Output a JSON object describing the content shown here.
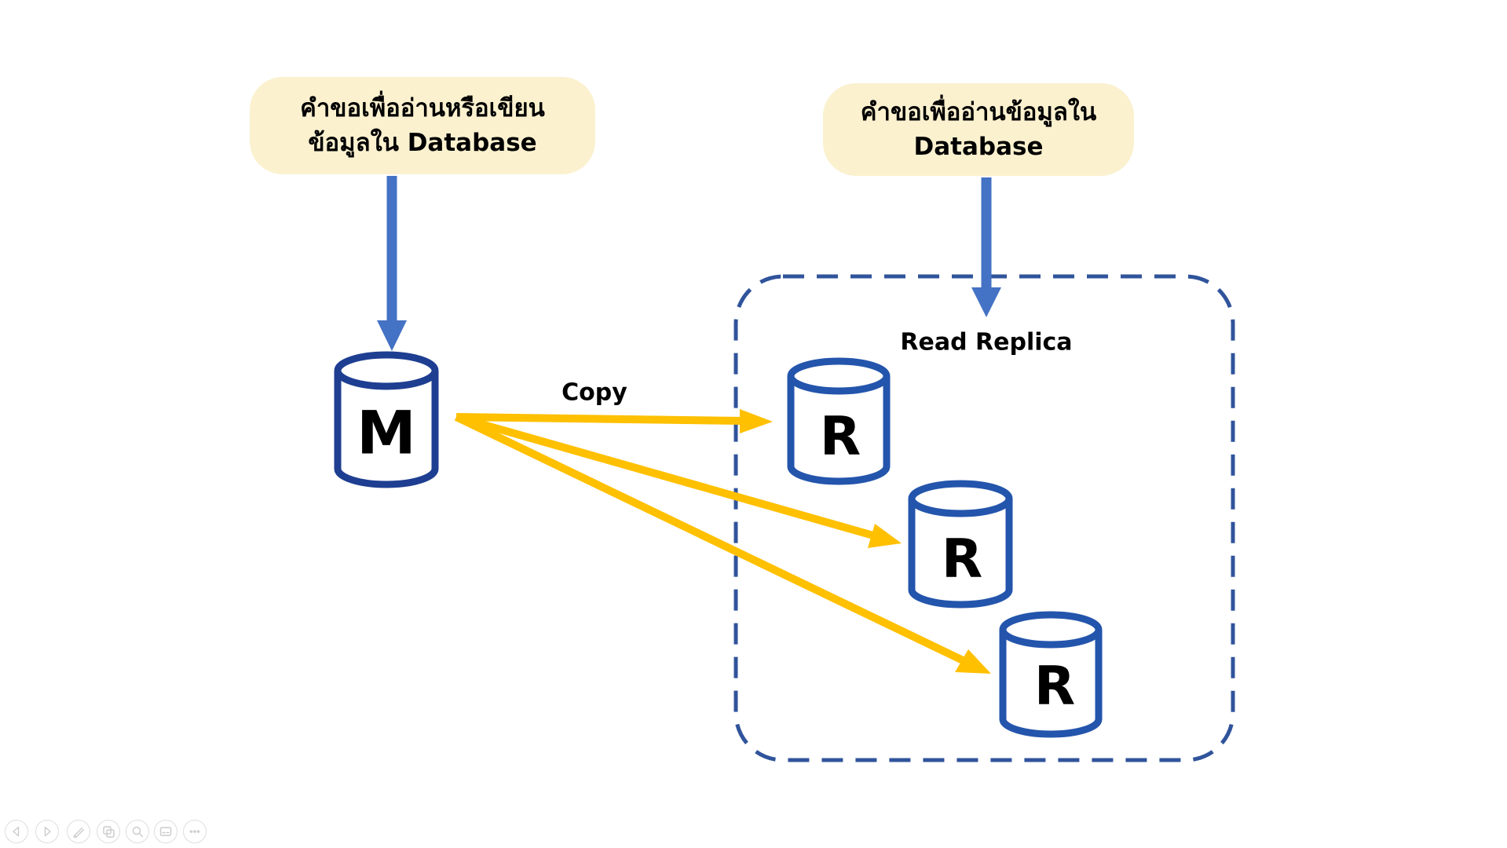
{
  "slide": {
    "left_callout": {
      "line1": "คำขอเพื่ออ่านหรือเขียน",
      "line2": "ข้อมูลใน Database"
    },
    "right_callout": {
      "line1": "คำขอเพื่ออ่านข้อมูลใน",
      "line2": "Database"
    },
    "copy_label": "Copy",
    "group_label": "Read Replica",
    "master": {
      "label": "M"
    },
    "replicas": [
      {
        "label": "R"
      },
      {
        "label": "R"
      },
      {
        "label": "R"
      }
    ],
    "colors": {
      "callout_fill": "#FBF1CF",
      "request_arrow_blue": "#4472C4",
      "copy_arrow_gold": "#FFC000",
      "master_cylinder_stroke": "#1E3E91",
      "replica_cylinder_stroke": "#2455AC",
      "group_border_blue": "#30549B",
      "text_black": "#000000"
    }
  },
  "presenter_toolbar": {
    "buttons": [
      {
        "icon": "previous-slide-icon"
      },
      {
        "icon": "next-slide-icon"
      },
      {
        "icon": "pen-icon"
      },
      {
        "icon": "all-slides-icon"
      },
      {
        "icon": "zoom-icon"
      },
      {
        "icon": "captions-icon"
      },
      {
        "icon": "more-options-icon"
      }
    ]
  }
}
